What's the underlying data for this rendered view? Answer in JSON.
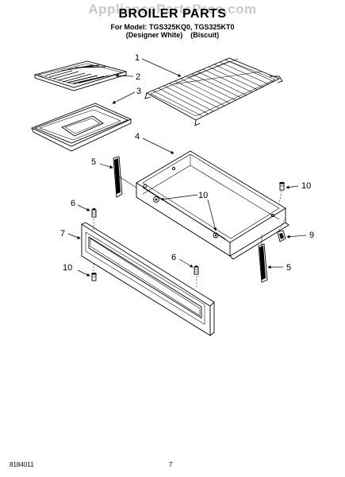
{
  "watermark": "AppliancePartsPros.com",
  "title": "BROILER PARTS",
  "model_line": "For Model: TGS325KQ0, TGS325KT0",
  "variants": [
    "(Designer White)",
    "(Biscuit)"
  ],
  "callouts": [
    "1",
    "2",
    "3",
    "4",
    "5",
    "10",
    "6",
    "10",
    "7",
    "9",
    "10",
    "6",
    "5"
  ],
  "footer": {
    "doc_number": "8184011",
    "page_number": "7"
  }
}
